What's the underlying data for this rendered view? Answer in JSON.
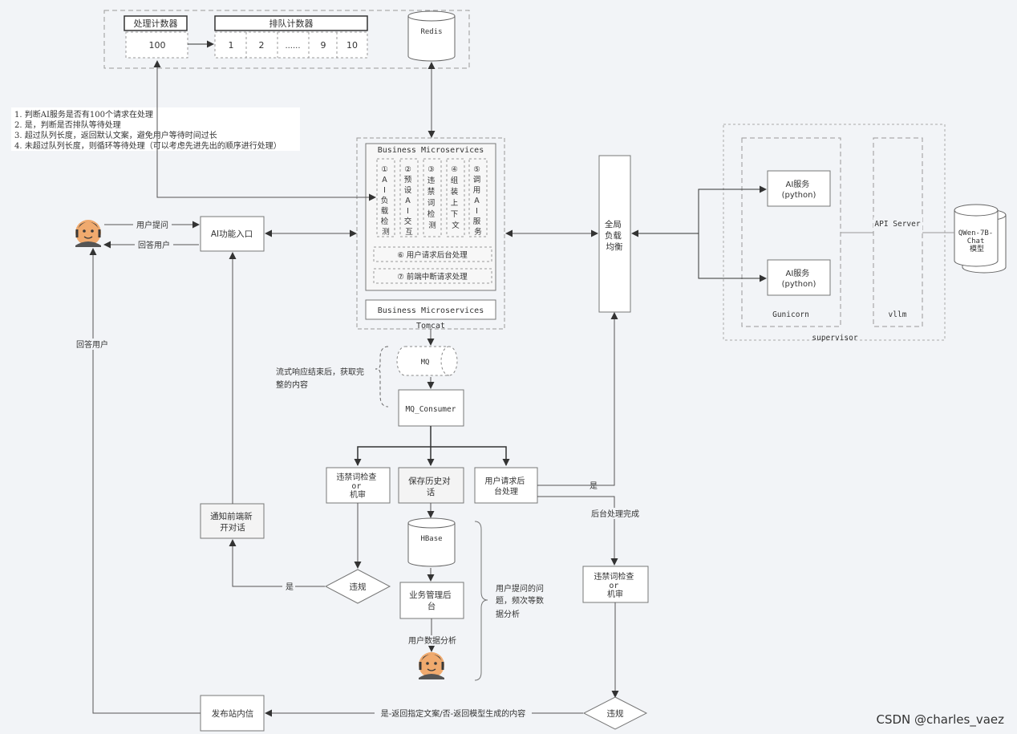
{
  "redis_panel": {
    "process_counter_label": "处理计数器",
    "process_counter_value": "100",
    "queue_counter_label": "排队计数器",
    "queue_cells": [
      "1",
      "2",
      "......",
      "9",
      "10"
    ],
    "redis_label": "Redis"
  },
  "notes": [
    "1. 判断AI服务是否有100个请求在处理",
    "2. 是，判断是否排队等待处理",
    "3. 超过队列长度，返回默认文案，避免用户等待时间过长",
    "4. 未超过队列长度，则循环等待处理（可以考虑先进先出的顺序进行处理）"
  ],
  "tomcat": {
    "label": "Tomcat",
    "ms_title": "Business Microservices",
    "ms_bottom": "Business Microservices",
    "modules": [
      [
        "①",
        "A",
        "I",
        "负",
        "载",
        "检",
        "测"
      ],
      [
        "②",
        "预",
        "设",
        "A",
        "I",
        "交",
        "互"
      ],
      [
        "③",
        "违",
        "禁",
        "词",
        "检",
        "测"
      ],
      [
        "④",
        "组",
        "装",
        "上",
        "下",
        "文"
      ],
      [
        "⑤",
        "调",
        "用",
        "A",
        "I",
        "服",
        "务"
      ]
    ],
    "bar6": "⑥ 用户请求后台处理",
    "bar7": "⑦ 前端中断请求处理"
  },
  "user_ask": "用户提问",
  "user_answer": "回答用户",
  "answer_user_vertical": "回答用户",
  "ai_entry": "AI功能入口",
  "lb": [
    "全局",
    "负载",
    "均衡"
  ],
  "supervisor": {
    "label": "supervisor",
    "gunicorn": "Gunicorn",
    "ai_service_1": [
      "AI服务",
      "(python)"
    ],
    "ai_service_2": [
      "AI服务",
      "(python)"
    ],
    "api_server": "API Server",
    "vllm": "vllm"
  },
  "model": [
    "QWen-7B-",
    "Chat",
    "模型"
  ],
  "mq": "MQ",
  "mq_note": [
    "流式响应结束后，获取完",
    "整的内容"
  ],
  "mq_consumer": "MQ_Consumer",
  "check_left": [
    "违禁词检查",
    "or",
    "机审"
  ],
  "save_history": [
    "保存历史对",
    "话"
  ],
  "user_bg": [
    "用户请求后",
    "台处理"
  ],
  "yes_right": "是",
  "bg_done": "后台处理完成",
  "check_right": [
    "违禁词检查",
    "or",
    "机审"
  ],
  "notify": [
    "通知前端新",
    "开对话"
  ],
  "yes_left": "是",
  "violation_left": "违规",
  "hbase": "HBase",
  "biz_admin": [
    "业务管理后",
    "台"
  ],
  "user_data": "用户数据分析",
  "analysis_note": [
    "用户提问的问",
    "题，频次等数",
    "据分析"
  ],
  "publish": "发布站内信",
  "result_label": "是-返回指定文案/否-返回模型生成的内容",
  "violation_right": "违规",
  "watermark": "CSDN @charles_vaez"
}
